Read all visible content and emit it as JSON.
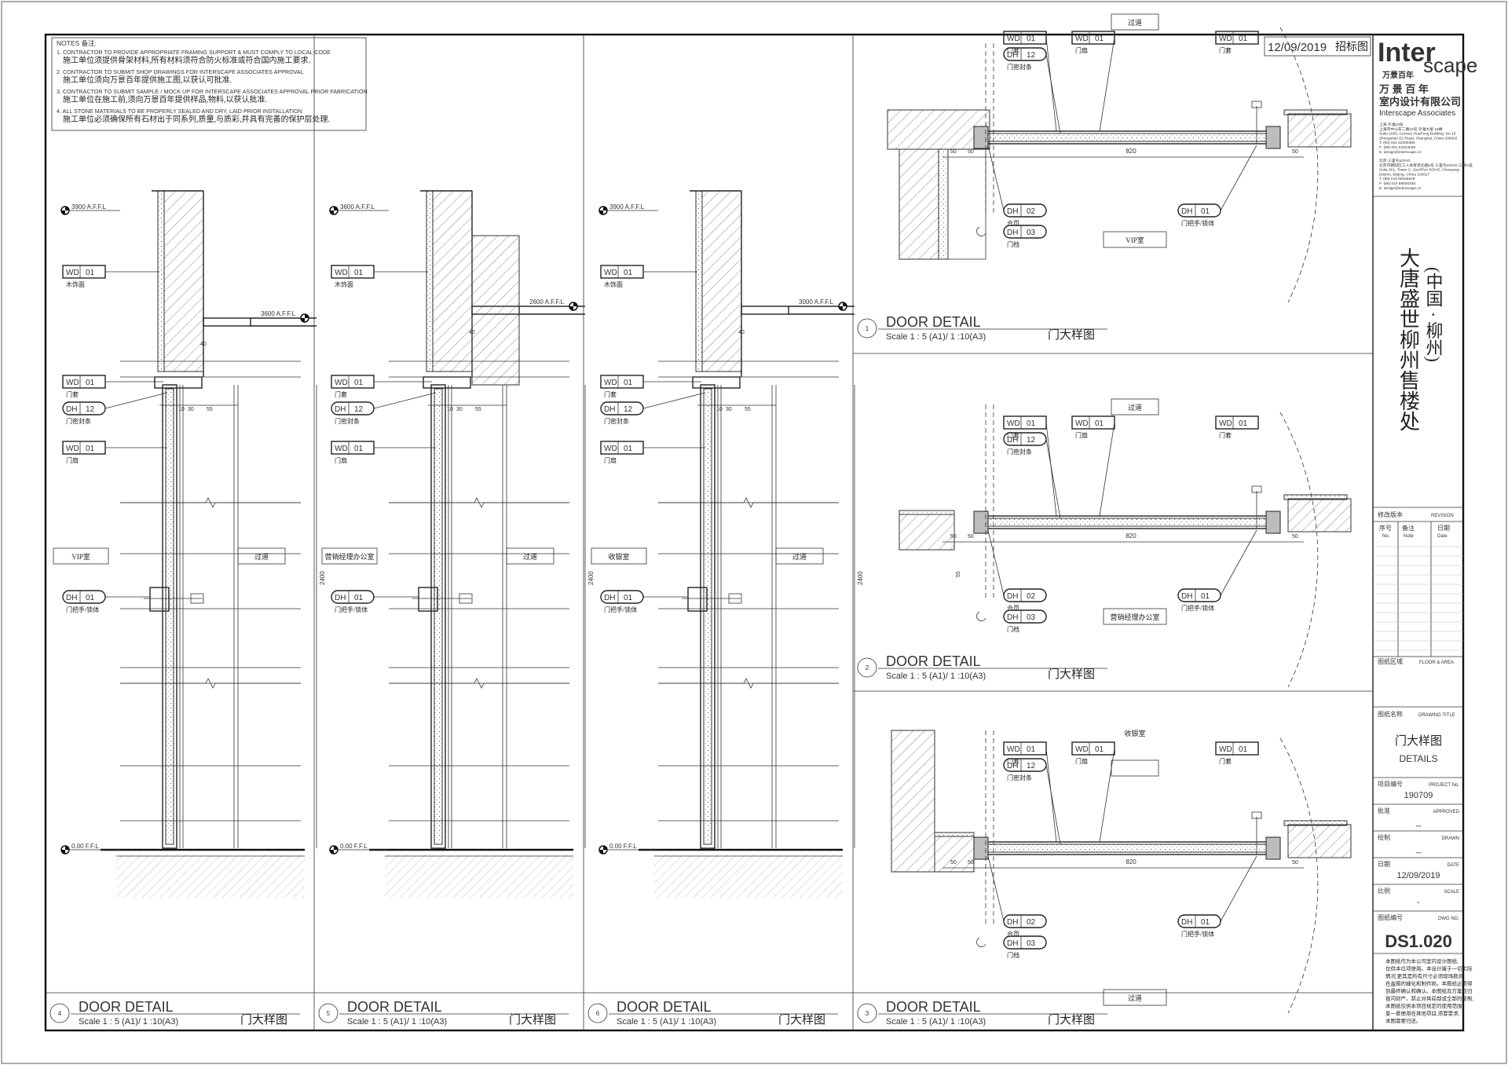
{
  "notes": {
    "heading": "NOTES 备注:",
    "lines": [
      "1. CONTRACTOR TO PROVIDE APPROPRIATE FRAMING SUPPORT & MUST COMPLY TO LOCAL CODE",
      "施工单位须提供骨架材料,所有材料须符合防火标准或符合国内施工要求.",
      "2. CONTRACTOR TO SUBMIT SHOP DRAWINGS FOR  INTERSCAPE ASSOCIATES APPROVAL",
      "施工单位须向万景百年提供施工图,以获认可批准.",
      "3. CONTRACTOR TO SUBMIT SAMPLE / MOCK UP FOR INTERSCAPE ASSOCIATES APPROVAL PRIOR FABRICATION",
      "施工单位在施工前,须向万景百年提供样品,物料,以获认批准.",
      "4. ALL STONE MATERIALS TO BE PROPERLY SEALED AND DRY, LAID PRIOR INSTALLATION",
      "施工单位必须确保所有石材出于同系列,质量,与质彩,并具有完善的保护层处理."
    ]
  },
  "stamp": {
    "date": "12/09/2019",
    "label": "招标图"
  },
  "sections": [
    {
      "num": "4",
      "title": "DOOR DETAIL",
      "scale": "Scale  1 : 5 (A1)/ 1 :10(A3)",
      "cn": "门大样图",
      "top_level": "3900 A.F.F.L",
      "ceiling_level": "3600 A.F.F.L",
      "floor_level": "0.00 F.F.L",
      "room_left": "VIP室",
      "room_right": "过道",
      "height_dim": "2400"
    },
    {
      "num": "5",
      "title": "DOOR DETAIL",
      "scale": "Scale  1 : 5 (A1)/ 1 :10(A3)",
      "cn": "门大样图",
      "top_level": "3600 A.F.F.L",
      "ceiling_level": "2600 A.F.F.L",
      "floor_level": "0.00 F.F.L",
      "room_left": "营销经理办公室",
      "room_right": "过道",
      "height_dim": "2400"
    },
    {
      "num": "6",
      "title": "DOOR DETAIL",
      "scale": "Scale  1 : 5 (A1)/ 1 :10(A3)",
      "cn": "门大样图",
      "top_level": "3900 A.F.F.L",
      "ceiling_level": "3000 A.F.F.L",
      "floor_level": "0.00 F.F.L",
      "room_left": "收银室",
      "room_right": "过道",
      "height_dim": "2400"
    }
  ],
  "section_tags": [
    {
      "code": "WD",
      "num": "01",
      "label": "木饰面"
    },
    {
      "code": "WD",
      "num": "01",
      "label": "门套"
    },
    {
      "code": "DH",
      "num": "12",
      "label": "门密封条"
    },
    {
      "code": "WD",
      "num": "01",
      "label": "门扇"
    },
    {
      "code": "DH",
      "num": "01",
      "label": "门把手/锁体"
    }
  ],
  "section_dims": {
    "d40": "40",
    "d10": "10",
    "d30": "30",
    "d55": "55"
  },
  "plans": [
    {
      "num": "1",
      "title": "DOOR DETAIL",
      "scale": "Scale  1 : 5 (A1)/ 1 :10(A3)",
      "cn": "门大样图",
      "room_top": "过道",
      "room_bottom": "VIP室",
      "width": "820",
      "d50": "50"
    },
    {
      "num": "2",
      "title": "DOOR DETAIL",
      "scale": "Scale  1 : 5 (A1)/ 1 :10(A3)",
      "cn": "门大样图",
      "room_top": "过道",
      "room_bottom": "营销经理办公室",
      "width": "820",
      "d50": "50",
      "d55": "55"
    },
    {
      "num": "3",
      "title": "DOOR DETAIL",
      "scale": "Scale  1 : 5 (A1)/ 1 :10(A3)",
      "cn": "门大样图",
      "room_top": "收银室",
      "room_bottom": "过道",
      "width": "820",
      "d50": "50"
    }
  ],
  "plan_tags": {
    "wd_frame": {
      "code": "WD",
      "num": "01",
      "label": "门套"
    },
    "wd_leaf": {
      "code": "WD",
      "num": "01",
      "label": "门扇"
    },
    "dh_seal": {
      "code": "DH",
      "num": "12",
      "label": "门密封条"
    },
    "dh_hinge": {
      "code": "DH",
      "num": "02",
      "label": "合页"
    },
    "dh_stop": {
      "code": "DH",
      "num": "03",
      "label": "门档"
    },
    "dh_handle": {
      "code": "DH",
      "num": "01",
      "label": "门把手/锁体"
    }
  },
  "title_block": {
    "logo_top": "Inter",
    "logo_bottom": "scape",
    "logo_cn_small": "万景百年",
    "company_cn_1": "万 景 百 年",
    "company_cn_2": "室内设计有限公司",
    "company_en": "Interscape Associates",
    "office_sh": [
      "上海 外滩18号",
      "上海市中山东二路18号 外滩大厦 16楼",
      "Suite 1605, Century HuaFeng Building, No.15",
      "Zhongshan E2 Road, Shanghai, China 200002",
      "T: (86) 021 63349383",
      "F: (86) 021 63343038",
      "E: design@interscape.cn"
    ],
    "office_bj": [
      "北京 三里屯SOHO",
      "北京市朝阳区工人体育场北路8号 三里屯SOHO 三期C座",
      "Suite 901, Tower C, SanliTun SOHO, Chaoyang",
      "District, Beijing, China 100027",
      "T: (86) 010 58335678",
      "F: (86) 010 85600336",
      "E: design@interscape.cn"
    ],
    "project_name": "大唐盛世柳州售楼处",
    "project_loc": "(中国 · 柳州)",
    "revision_cn": "修改版本",
    "revision_en": "REVISION",
    "rev_col1_cn": "序号",
    "rev_col1_en": "No.",
    "rev_col2_cn": "备注",
    "rev_col2_en": "Note",
    "rev_col3_cn": "日期",
    "rev_col3_en": "Date",
    "area_cn": "图纸区域",
    "area_en": "FLOOR & AREA",
    "dtitle_cn": "图纸名称",
    "dtitle_en": "DRAWING TITLE",
    "dtitle_value_cn": "门大样图",
    "dtitle_value_en": "DETAILS",
    "projno_cn": "项目编号",
    "projno_en": "PROJECT No.",
    "projno_value": "190709",
    "approved_cn": "批准",
    "approved_en": "APPROVED",
    "approved_value": "_",
    "drawn_cn": "绘制",
    "drawn_en": "DRAWN",
    "drawn_value": "_",
    "date_cn": "日期",
    "date_en": "DATE",
    "date_value": "12/09/2019",
    "scale_cn": "比例",
    "scale_en": "SCALE",
    "scale_value": "-",
    "dwgno_cn": "图纸编号",
    "dwgno_en": "DWG NO.",
    "dwgno_value": "DS1.020",
    "disclaimer": [
      "本图纸作为本公司室内设计图纸,",
      "仅供本位项使用。本设计属于一切实际",
      "情况,更其是所有尺寸必须现场勘测,",
      "在盖图的细化和制作前。本图纸必须得",
      "到最终确认和确认。本图纸及方案应归",
      "我司财产。禁止对其局部或全部的复制,",
      "本图纸仅供本项目规定的使用范围,",
      "复一套使用在其他项目,须要要求,",
      "本图需要归还。"
    ]
  }
}
